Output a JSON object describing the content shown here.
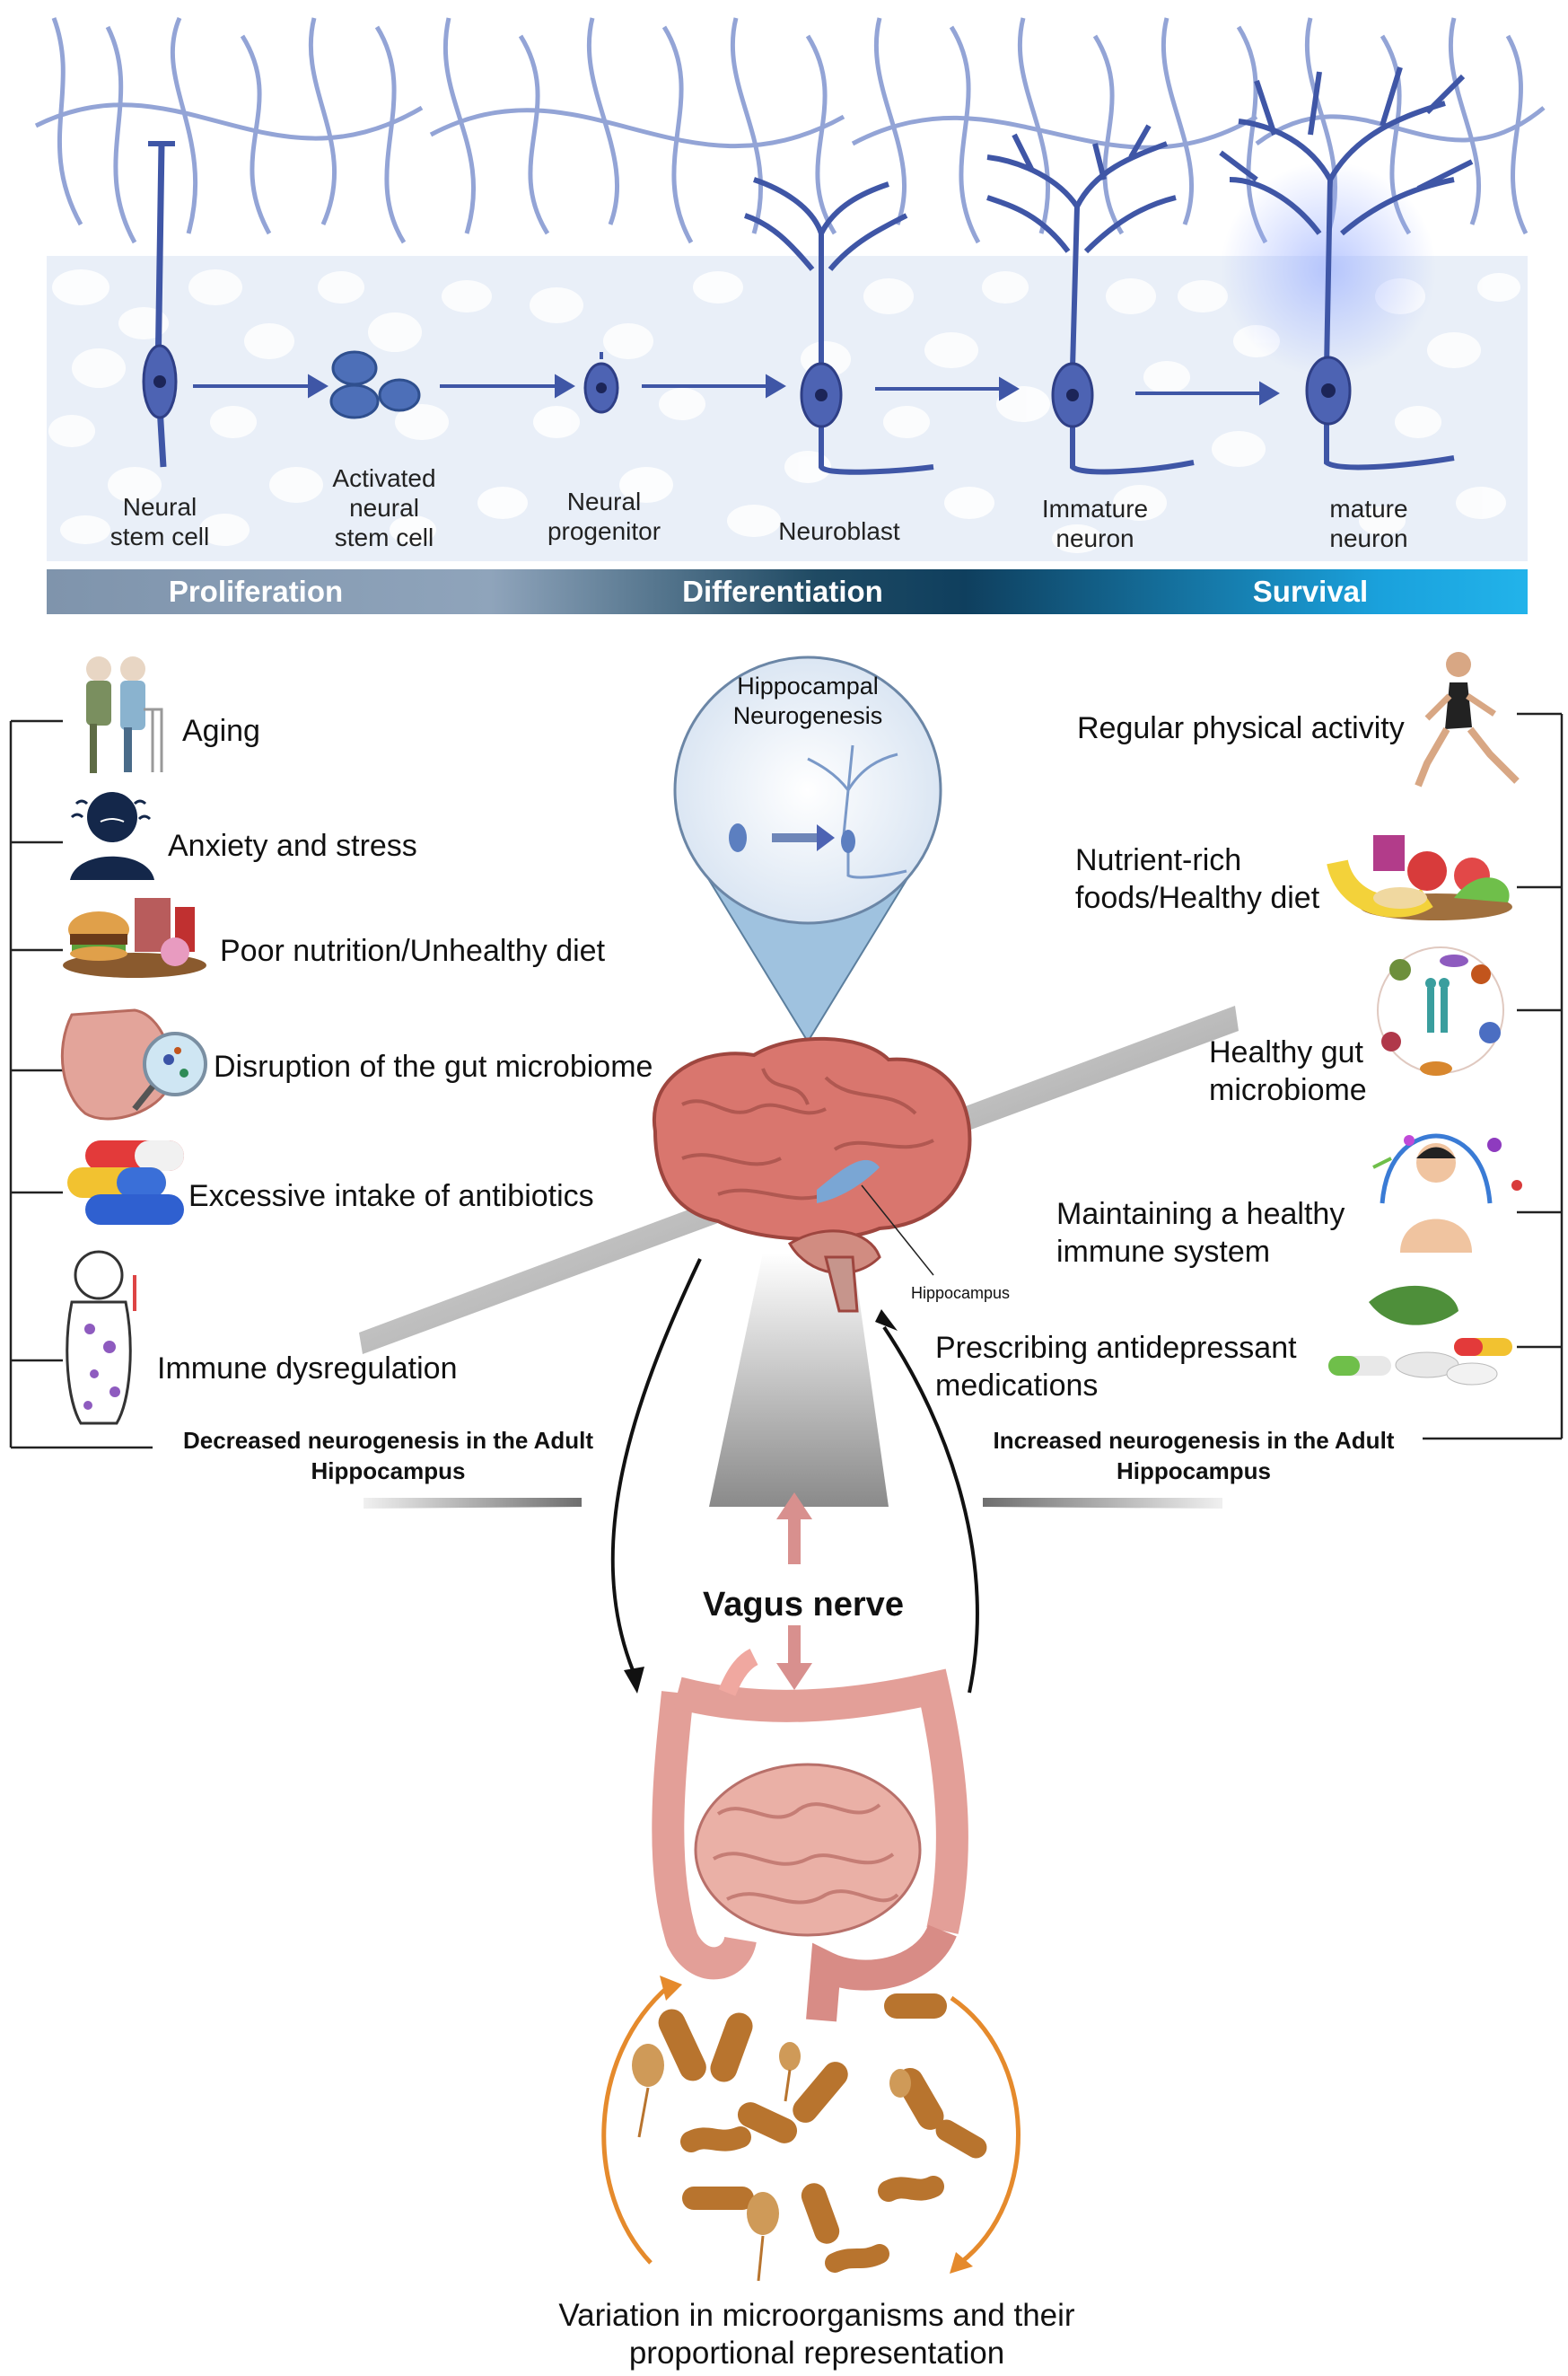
{
  "stages": [
    {
      "label": "Neural\nstem cell"
    },
    {
      "label": "Activated\nneural\nstem cell"
    },
    {
      "label": "Neural\nprogenitor"
    },
    {
      "label": "Neuroblast"
    },
    {
      "label": "Immature\nneuron"
    },
    {
      "label": "mature\nneuron"
    }
  ],
  "phases": [
    "Proliferation",
    "Differentiation",
    "Survival"
  ],
  "hippocampal": {
    "title": "Hippocampal\nNeurogenesis",
    "hippocampus_label": "Hippocampus"
  },
  "negative_factors": [
    "Aging",
    "Anxiety and stress",
    "Poor nutrition/Unhealthy diet",
    "Disruption of the gut microbiome",
    "Excessive intake of antibiotics",
    "Immune dysregulation"
  ],
  "positive_factors": [
    "Regular physical activity",
    "Nutrient-rich\nfoods/Healthy diet",
    "Healthy gut\nmicrobiome",
    "Maintaining a healthy\nimmune system",
    "Prescribing antidepressant\nmedications"
  ],
  "decreased_title": "Decreased neurogenesis in the Adult\nHippocampus",
  "increased_title": "Increased neurogenesis in the Adult\nHippocampus",
  "vagus_label": "Vagus nerve",
  "variation_label": "Variation in microorganisms and their\nproportional representation",
  "colors": {
    "neuron": "#3f56a6",
    "neuron_light": "#6f86c9",
    "tissue": "#e6edf7",
    "brain": "#d9766e",
    "gut": "#e59a93",
    "bacteria": "#b8742e",
    "arrow_orange": "#e58a2c"
  }
}
